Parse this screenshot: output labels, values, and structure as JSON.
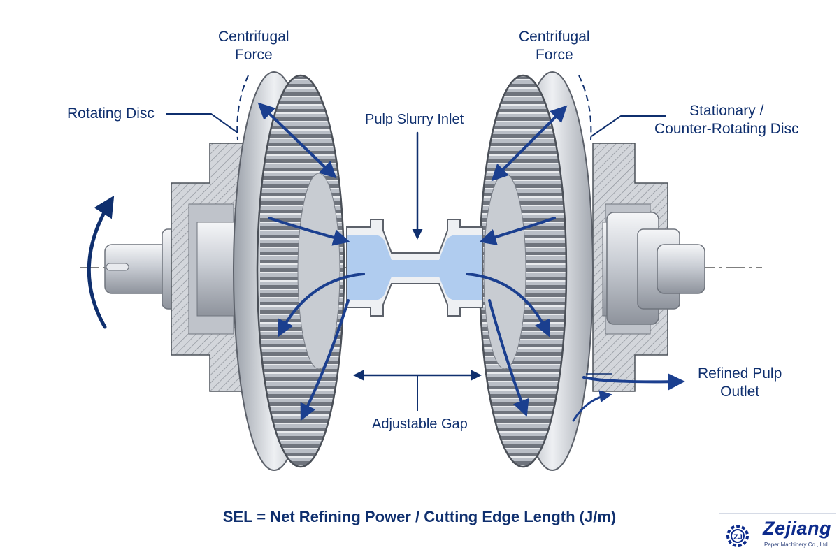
{
  "labels": {
    "centrifugal_left": "Centrifugal\nForce",
    "centrifugal_right": "Centrifugal\nForce",
    "rotating_disc": "Rotating Disc",
    "stationary_disc": "Stationary /\nCounter-Rotating Disc",
    "pulp_inlet": "Pulp Slurry Inlet",
    "adjustable_gap": "Adjustable Gap",
    "refined_outlet": "Refined Pulp\nOutlet"
  },
  "formula": "SEL = Net Refining Power / Cutting Edge Length (J/m)",
  "logo": {
    "name": "Zejiang",
    "tagline": "Paper Machinery Co., Ltd."
  },
  "colors": {
    "label_navy": "#0f2f6e",
    "arrow_blue": "#1b3f8f",
    "pulp_fill": "#a9c8ee",
    "steel_light": "#e4e7ec",
    "steel_dark": "#8a8f98"
  }
}
